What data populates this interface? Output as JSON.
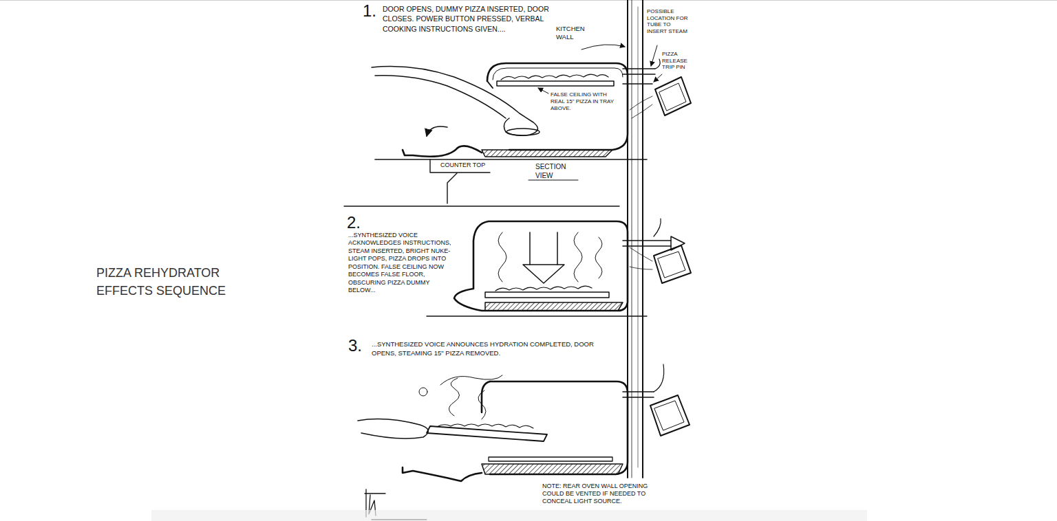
{
  "diagram": {
    "title": "PIZZA REHYDRATOR EFFECTS SEQUENCE",
    "labels": [
      "1.",
      "DOOR OPENS, DUMMY PIZZA INSERTED, DOOR CLOSES. POWER BUTTON PRESSED, VERBAL COOKING INSTRUCTIONS GIVEN....",
      "KITCHEN WALL",
      "POSSIBLE LOCATION FOR TUBE TO INSERT STEAM",
      "PIZZA RELEASE TRIP PIN",
      "FALSE CEILING WITH REAL 15\" PIZZA IN TRAY ABOVE.",
      "COUNTER TOP",
      "SECTION VIEW",
      "2.",
      "...SYNTHESIZED VOICE ACKNOWLEDGES INSTRUCTIONS, STEAM INSERTED, BRIGHT NUKE-LIGHT POPS, PIZZA DROPS INTO POSITION. FALSE CEILING NOW BECOMES FALSE FLOOR, OBSCURING PIZZA DUMMY BELOW...",
      "3.",
      "...SYNTHESIZED VOICE ANNOUNCES HYDRATION COMPLETED, DOOR OPENS, STEAMING 15\" PIZZA REMOVED.",
      "NOTE: REAR OVEN WALL OPENING COULD BE VENTED IF NEEDED TO CONCEAL LIGHT SOURCE."
    ]
  }
}
